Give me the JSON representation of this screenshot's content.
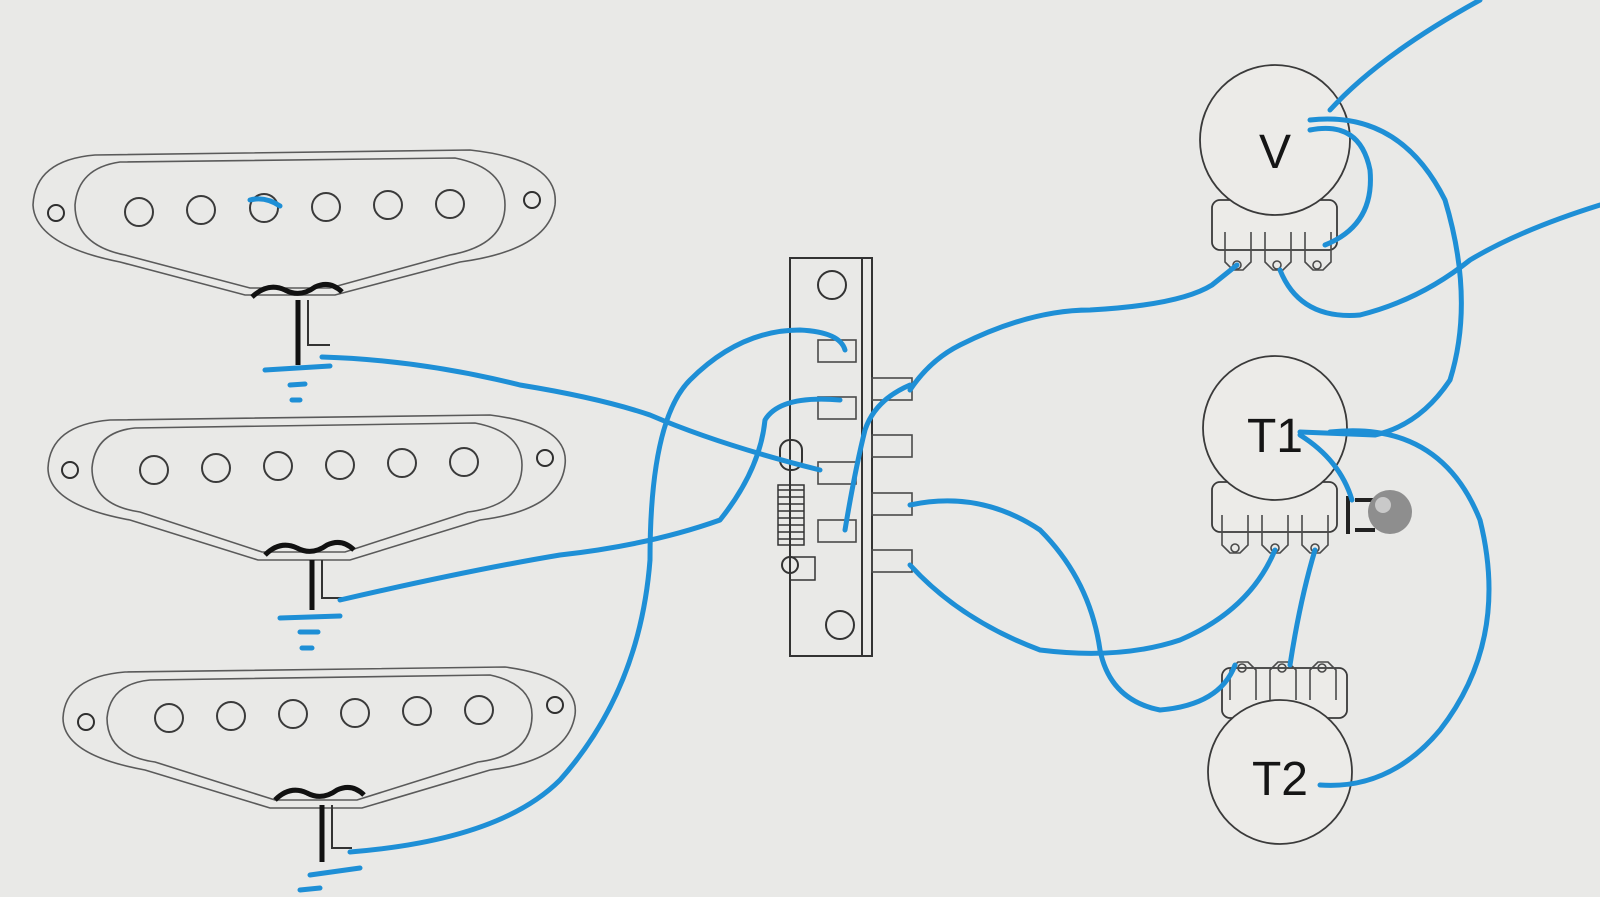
{
  "pots": {
    "volume": {
      "label": "V"
    },
    "tone1": {
      "label": "T1"
    },
    "tone2": {
      "label": "T2"
    }
  },
  "colors": {
    "wire": "#1e8fd6",
    "background": "#e9e9e7",
    "capacitor": "#8e8e8e"
  },
  "components": [
    "neck-pickup",
    "middle-pickup",
    "bridge-pickup",
    "5-way-switch",
    "volume-pot",
    "tone-pot-1",
    "tone-pot-2",
    "capacitor"
  ]
}
